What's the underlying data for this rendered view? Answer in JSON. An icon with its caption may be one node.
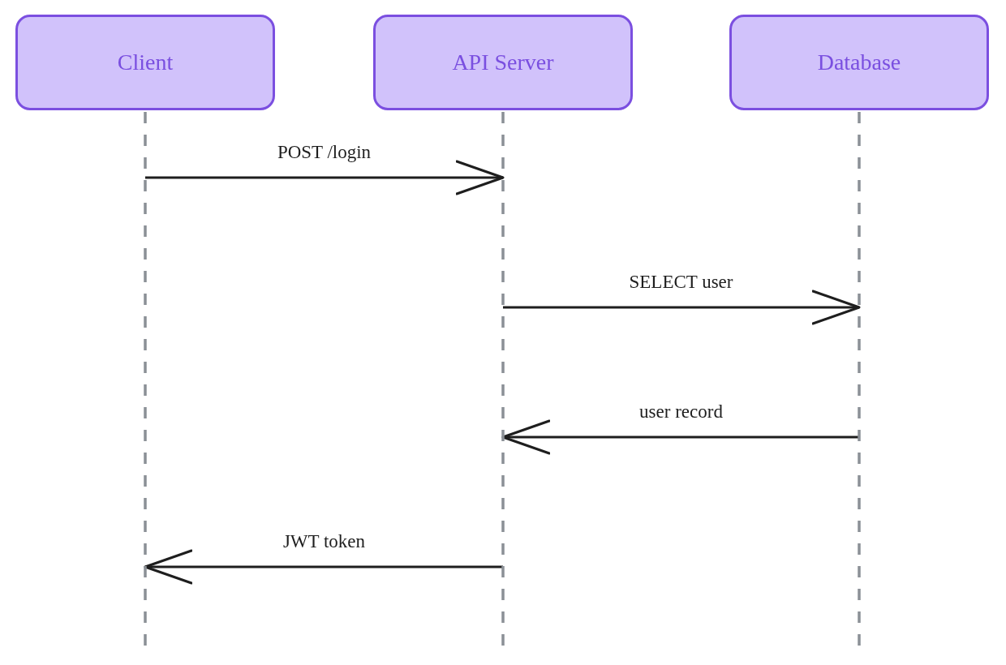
{
  "diagram": {
    "nodes": [
      {
        "text": [
          "Client"
        ]
      },
      {
        "text": [
          "API Server"
        ]
      },
      {
        "text": [
          "Database"
        ]
      }
    ],
    "edges": [
      {
        "from": 0,
        "to": 1,
        "arrow": "to",
        "label": "POST /login"
      },
      {
        "from": 1,
        "to": 2,
        "arrow": "to",
        "label": "SELECT user"
      },
      {
        "from": 2,
        "to": 1,
        "arrow": "to",
        "label": "user record"
      },
      {
        "from": 1,
        "to": 0,
        "arrow": "to",
        "label": "JWT token"
      }
    ]
  }
}
